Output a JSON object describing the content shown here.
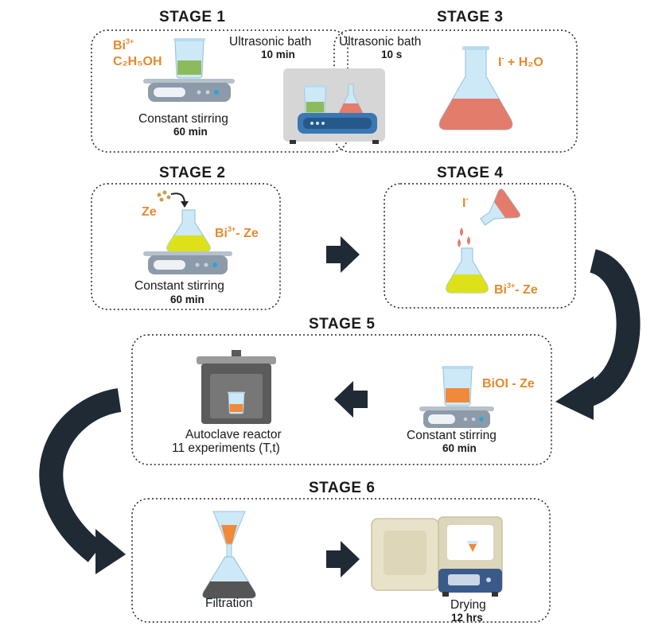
{
  "stages": {
    "s1": "STAGE 1",
    "s2": "STAGE 2",
    "s3": "STAGE 3",
    "s4": "STAGE 4",
    "s5": "STAGE 5",
    "s6": "STAGE 6"
  },
  "stage1": {
    "reagent_bi": "Bi",
    "reagent_bi_charge": "3+",
    "reagent_ethanol": "C₂H₅OH",
    "bath_label": "Ultrasonic bath",
    "bath_time": "10 min",
    "stirring_label": "Constant stirring",
    "stirring_time": "60 min"
  },
  "stage3": {
    "bath_label": "Ultrasonic bath",
    "bath_time": "10 s",
    "reagent_iodide": "I",
    "reagent_iodide_charge": "-",
    "reagent_rest": " + H₂O"
  },
  "stage2": {
    "ze_label": "Ze",
    "complex_bi": "Bi",
    "complex_charge": "3+",
    "complex_rest": "- Ze",
    "stirring_label": "Constant stirring",
    "stirring_time": "60 min"
  },
  "stage4": {
    "iodide": "I",
    "iodide_charge": "-",
    "complex_bi": "Bi",
    "complex_charge": "3+",
    "complex_rest": "- Ze"
  },
  "stage5": {
    "product": "BiOI - Ze",
    "stirring_label": "Constant stirring",
    "stirring_time": "60 min",
    "reactor_label": "Autoclave reactor",
    "reactor_detail": "11 experiments (T,t)"
  },
  "stage6": {
    "filtration_label": "Filtration",
    "drying_label": "Drying",
    "drying_time": "12 hrs"
  },
  "colors": {
    "orange_text": "#e48a2e",
    "arrow": "#1f2a35",
    "liquid_green": "#8dbb5c",
    "liquid_pink": "#e47c6c",
    "liquid_yellow": "#dde11a",
    "liquid_orange": "#f0893a",
    "glass": "#cde9f7",
    "stirrer": "#8d9aaa"
  }
}
